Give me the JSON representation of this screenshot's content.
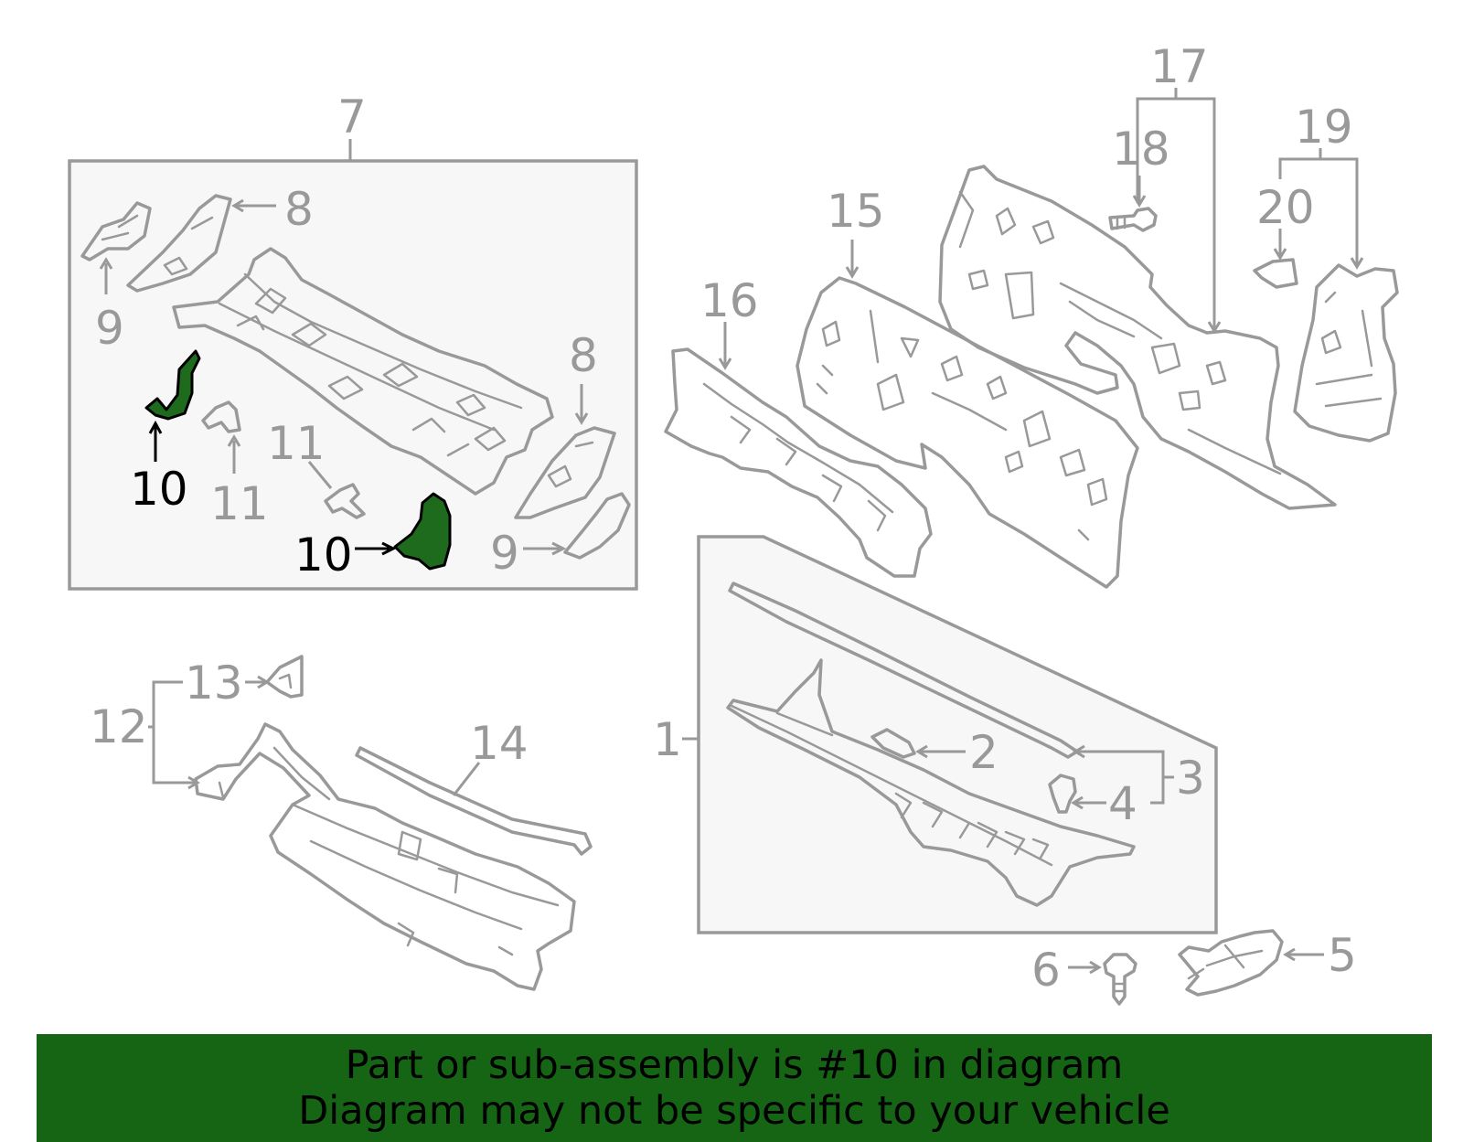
{
  "callouts": {
    "c1": "1",
    "c2": "2",
    "c3": "3",
    "c4": "4",
    "c5": "5",
    "c6": "6",
    "c7": "7",
    "c8a": "8",
    "c8b": "8",
    "c9a": "9",
    "c9b": "9",
    "c10a": "10",
    "c10b": "10",
    "c11a": "11",
    "c11b": "11",
    "c12": "12",
    "c13": "13",
    "c14": "14",
    "c15": "15",
    "c16": "16",
    "c17": "17",
    "c18": "18",
    "c19": "19",
    "c20": "20"
  },
  "highlight": {
    "part_number": "10",
    "color": "#1e6b1e"
  },
  "colors": {
    "line": "#999999",
    "box_fill": "#f7f7f7",
    "banner": "#156515",
    "banner_text": "#000000"
  },
  "banner": {
    "line1": "Part or sub-assembly is #10 in diagram",
    "line2": "Diagram may not be specific to your vehicle"
  }
}
